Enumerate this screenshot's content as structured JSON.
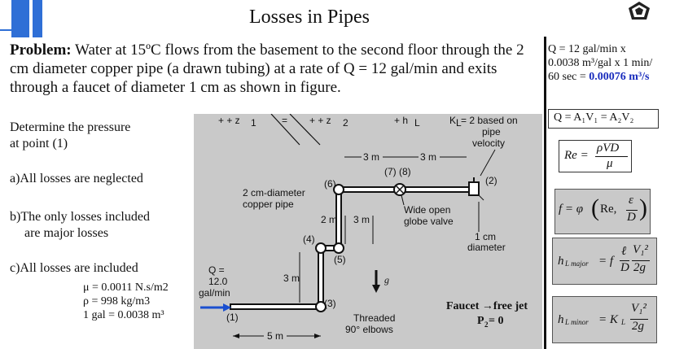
{
  "title": "Losses in Pipes",
  "problem": {
    "label": "Problem:",
    "text": " Water at 15ºC flows from the basement to the second floor through the 2 cm diameter copper pipe (a drawn tubing) at a rate of Q = 12 gal/min and exits through a faucet of diameter 1 cm as shown in figure."
  },
  "flow_conversion": {
    "line1": "Q = 12 gal/min x",
    "line2": "0.0038 m³/gal x 1 min/",
    "line3_prefix": "60 sec = ",
    "line3_value": "0.00076 m³/s"
  },
  "tasks": {
    "determine": "Determine the pressure",
    "determine2": "at point (1)",
    "a": "a)All losses are neglected",
    "b1": "b)The only losses included",
    "b2": "are major losses",
    "c": "c)All losses are included"
  },
  "properties": {
    "mu": "μ = 0.0011 N.s/m2",
    "rho": "ρ = 998 kg/m3",
    "gal": "1 gal = 0.0038 m³"
  },
  "figure": {
    "energy_eq": {
      "t1": "+ + z",
      "t1_sub": "1",
      "eq": "=",
      "t2": "+ + z",
      "t2_sub": "2",
      "t3": "+ h",
      "t3_sub": "L"
    },
    "kl_note1": "K",
    "kl_note1_sub": "L",
    "kl_note1b": " = 2 based on",
    "kl_note2": "pipe",
    "kl_note3": "velocity",
    "dim_3m_a": "3 m",
    "dim_3m_b": "3 m",
    "pt7_8": "(7) (8)",
    "pt6": "(6)",
    "pt2": "(2)",
    "pt4": "(4)",
    "pt5": "(5)",
    "pt3": "(3)",
    "pt1": "(1)",
    "pipe_label1": "2 cm-diameter",
    "pipe_label2": "copper pipe",
    "dim_2m": "2 m",
    "dim_3m_c": "3 m",
    "dim_3m_d": "3 m",
    "dim_5m": "5 m",
    "valve1": "Wide open",
    "valve2": "globe valve",
    "faucet_d1": "1 cm",
    "faucet_d2": "diameter",
    "q_label1": "Q =",
    "q_label2": "12.0",
    "q_label3": "gal/min",
    "g_label": "g",
    "elbows1": "Threaded",
    "elbows2": "90° elbows",
    "faucet_free": "Faucet →free jet",
    "p2": "P",
    "p2_sub": "2",
    "p2_rest": " = 0"
  },
  "equations": {
    "continuity": "Q = A₁V₁ = A₂V₂",
    "re_lhs": "Re =",
    "re_num": "ρVD",
    "re_den": "μ",
    "f_text": "f = φ",
    "f_args": "Re, ",
    "f_eps": "ε",
    "f_D": "D",
    "hmaj_lhs": "h",
    "hmaj_sub": "L major",
    "hmaj_eq": " = f",
    "hmaj_l": "ℓ",
    "hmaj_D": "D",
    "hmaj_V": "V₁²",
    "hmaj_2g": "2g",
    "hmin_lhs": "h",
    "hmin_sub": "L minor",
    "hmin_eq": " = K",
    "hmin_K": "L",
    "hmin_V": "V₁²",
    "hmin_2g": "2g"
  }
}
